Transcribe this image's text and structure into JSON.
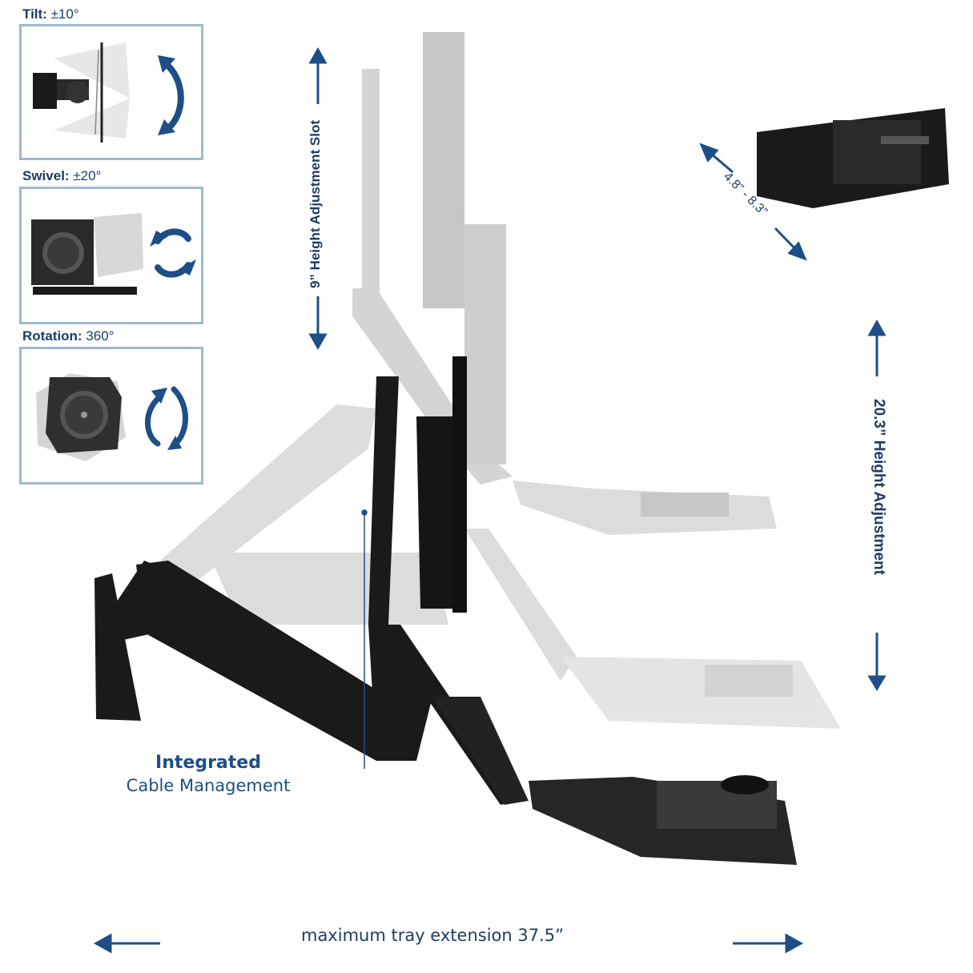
{
  "panels": {
    "tilt": {
      "name": "Tilt:",
      "value": "±10°"
    },
    "swivel": {
      "name": "Swivel:",
      "value": "±20°"
    },
    "rotation": {
      "name": "Rotation:",
      "value": "360°"
    }
  },
  "dimensions": {
    "height_slot": "9” Height Adjustment Slot",
    "height_adjustment": "20.3” Height Adjustment",
    "cpu_holder_range": "4.8” - 8.3”",
    "tray_extension": "maximum tray extension 37.5”"
  },
  "callout": {
    "title": "Integrated",
    "subtitle": "Cable Management"
  },
  "colors": {
    "accent": "#1d4f86",
    "panel_border": "#9fb8cf",
    "product_dark": "#1a1a1a",
    "product_ghost": "#c8c8c8"
  },
  "icons": [
    "tilt-arrow-icon",
    "swivel-arrow-icon",
    "rotation-arrow-icon",
    "double-arrow-icon"
  ]
}
